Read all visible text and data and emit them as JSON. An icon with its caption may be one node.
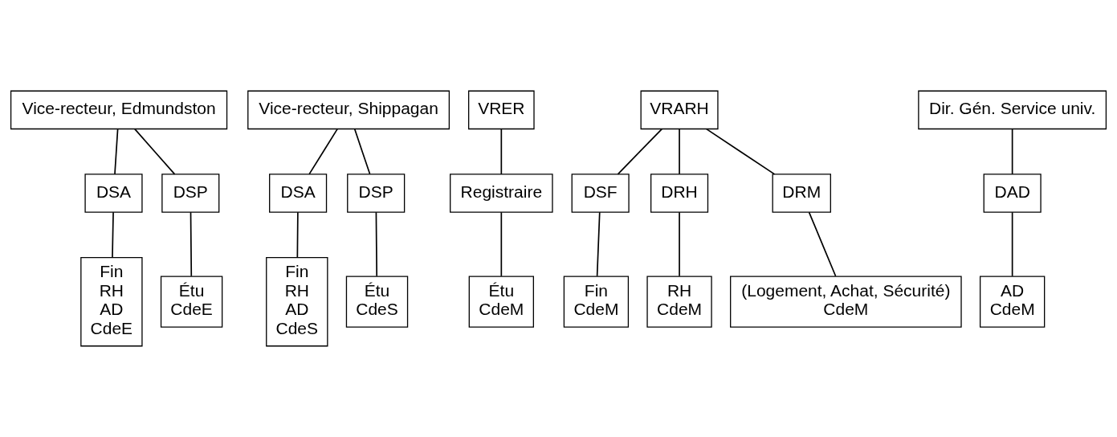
{
  "diagram": {
    "nodes": [
      {
        "text": [
          "Vice-recteur, Edmundston"
        ]
      },
      {
        "text": [
          "DSA"
        ]
      },
      {
        "text": [
          "DSP"
        ]
      },
      {
        "text": [
          "Fin",
          "RH",
          "AD",
          "CdeE"
        ]
      },
      {
        "text": [
          "Étu",
          "CdeE"
        ]
      },
      {
        "text": [
          "Vice-recteur, Shippagan"
        ]
      },
      {
        "text": [
          "DSA"
        ]
      },
      {
        "text": [
          "DSP"
        ]
      },
      {
        "text": [
          "Fin",
          "RH",
          "AD",
          "CdeS"
        ]
      },
      {
        "text": [
          "Étu",
          "CdeS"
        ]
      },
      {
        "text": [
          "VRER"
        ]
      },
      {
        "text": [
          "Registraire"
        ]
      },
      {
        "text": [
          "Étu",
          "CdeM"
        ]
      },
      {
        "text": [
          "VRARH"
        ]
      },
      {
        "text": [
          "DSF"
        ]
      },
      {
        "text": [
          "DRH"
        ]
      },
      {
        "text": [
          "DRM"
        ]
      },
      {
        "text": [
          "Fin",
          "CdeM"
        ]
      },
      {
        "text": [
          "RH",
          "CdeM"
        ]
      },
      {
        "text": [
          "(Logement, Achat, Sécurité)",
          "CdeM"
        ]
      },
      {
        "text": [
          "Dir. Gén. Service univ."
        ]
      },
      {
        "text": [
          "DAD"
        ]
      },
      {
        "text": [
          "AD",
          "CdeM"
        ]
      }
    ],
    "edges": [
      {
        "from": 0,
        "to": 1,
        "arrow": "none"
      },
      {
        "from": 0,
        "to": 2,
        "arrow": "none"
      },
      {
        "from": 1,
        "to": 3,
        "arrow": "none"
      },
      {
        "from": 2,
        "to": 4,
        "arrow": "none"
      },
      {
        "from": 5,
        "to": 6,
        "arrow": "none"
      },
      {
        "from": 5,
        "to": 7,
        "arrow": "none"
      },
      {
        "from": 6,
        "to": 8,
        "arrow": "none"
      },
      {
        "from": 7,
        "to": 9,
        "arrow": "none"
      },
      {
        "from": 10,
        "to": 11,
        "arrow": "none"
      },
      {
        "from": 11,
        "to": 12,
        "arrow": "none"
      },
      {
        "from": 13,
        "to": 14,
        "arrow": "none"
      },
      {
        "from": 13,
        "to": 15,
        "arrow": "none"
      },
      {
        "from": 13,
        "to": 16,
        "arrow": "none"
      },
      {
        "from": 14,
        "to": 17,
        "arrow": "none"
      },
      {
        "from": 15,
        "to": 18,
        "arrow": "none"
      },
      {
        "from": 16,
        "to": 19,
        "arrow": "none"
      },
      {
        "from": 20,
        "to": 21,
        "arrow": "none"
      },
      {
        "from": 21,
        "to": 22,
        "arrow": "none"
      }
    ]
  }
}
